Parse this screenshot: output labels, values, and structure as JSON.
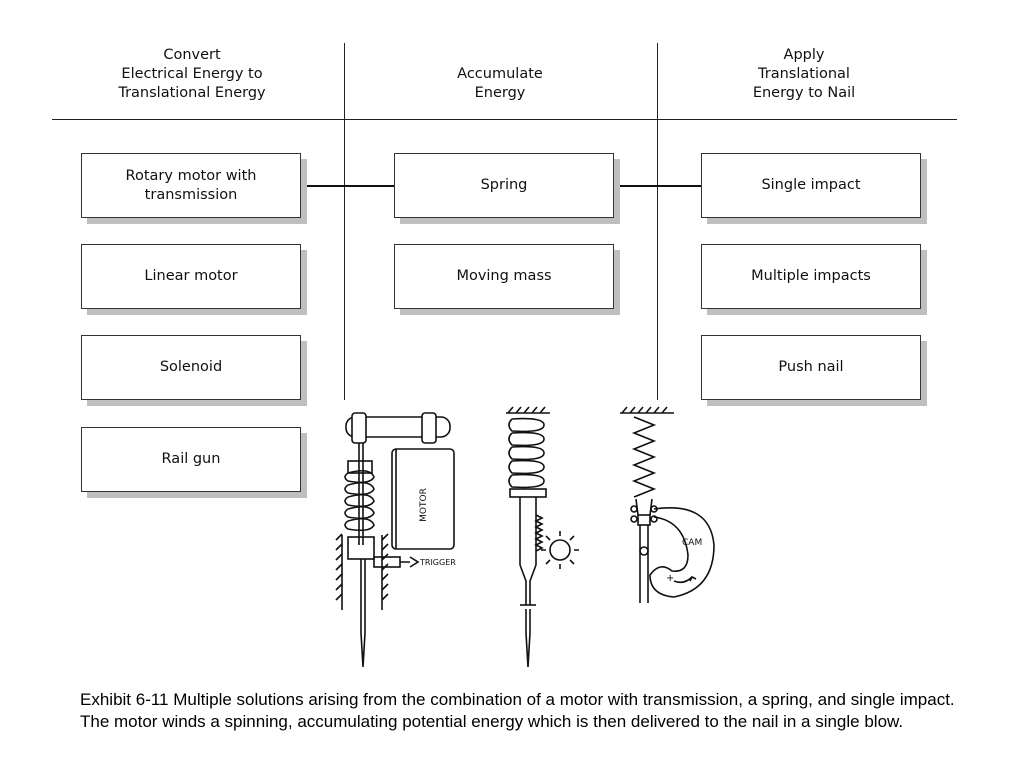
{
  "columns": [
    {
      "heading_lines": [
        "Convert",
        "Electrical Energy to",
        "Translational Energy"
      ]
    },
    {
      "heading_lines": [
        "Accumulate",
        "Energy"
      ]
    },
    {
      "heading_lines": [
        "Apply",
        "Translational",
        "Energy to Nail"
      ]
    }
  ],
  "boxes": {
    "convert": [
      {
        "lines": [
          "Rotary motor with",
          "transmission"
        ]
      },
      {
        "lines": [
          "Linear motor"
        ]
      },
      {
        "lines": [
          "Solenoid"
        ]
      },
      {
        "lines": [
          "Rail gun"
        ]
      }
    ],
    "accumulate": [
      {
        "lines": [
          "Spring"
        ]
      },
      {
        "lines": [
          "Moving mass"
        ]
      }
    ],
    "apply": [
      {
        "lines": [
          "Single impact"
        ]
      },
      {
        "lines": [
          "Multiple impacts"
        ]
      },
      {
        "lines": [
          "Push nail"
        ]
      }
    ]
  },
  "sketch_labels": {
    "motor": "MOTOR",
    "trigger": "TRIGGER",
    "cam": "CAM",
    "cam_sign": "+"
  },
  "caption": "Exhibit  6-11  Multiple solutions arising from the combination of a motor with transmission, a spring, and single impact.  The motor winds a spinning, accumulating potential energy which is then delivered to the nail in a single blow.",
  "colors": {
    "line": "#222222",
    "shadow": "#bfbfbf"
  }
}
